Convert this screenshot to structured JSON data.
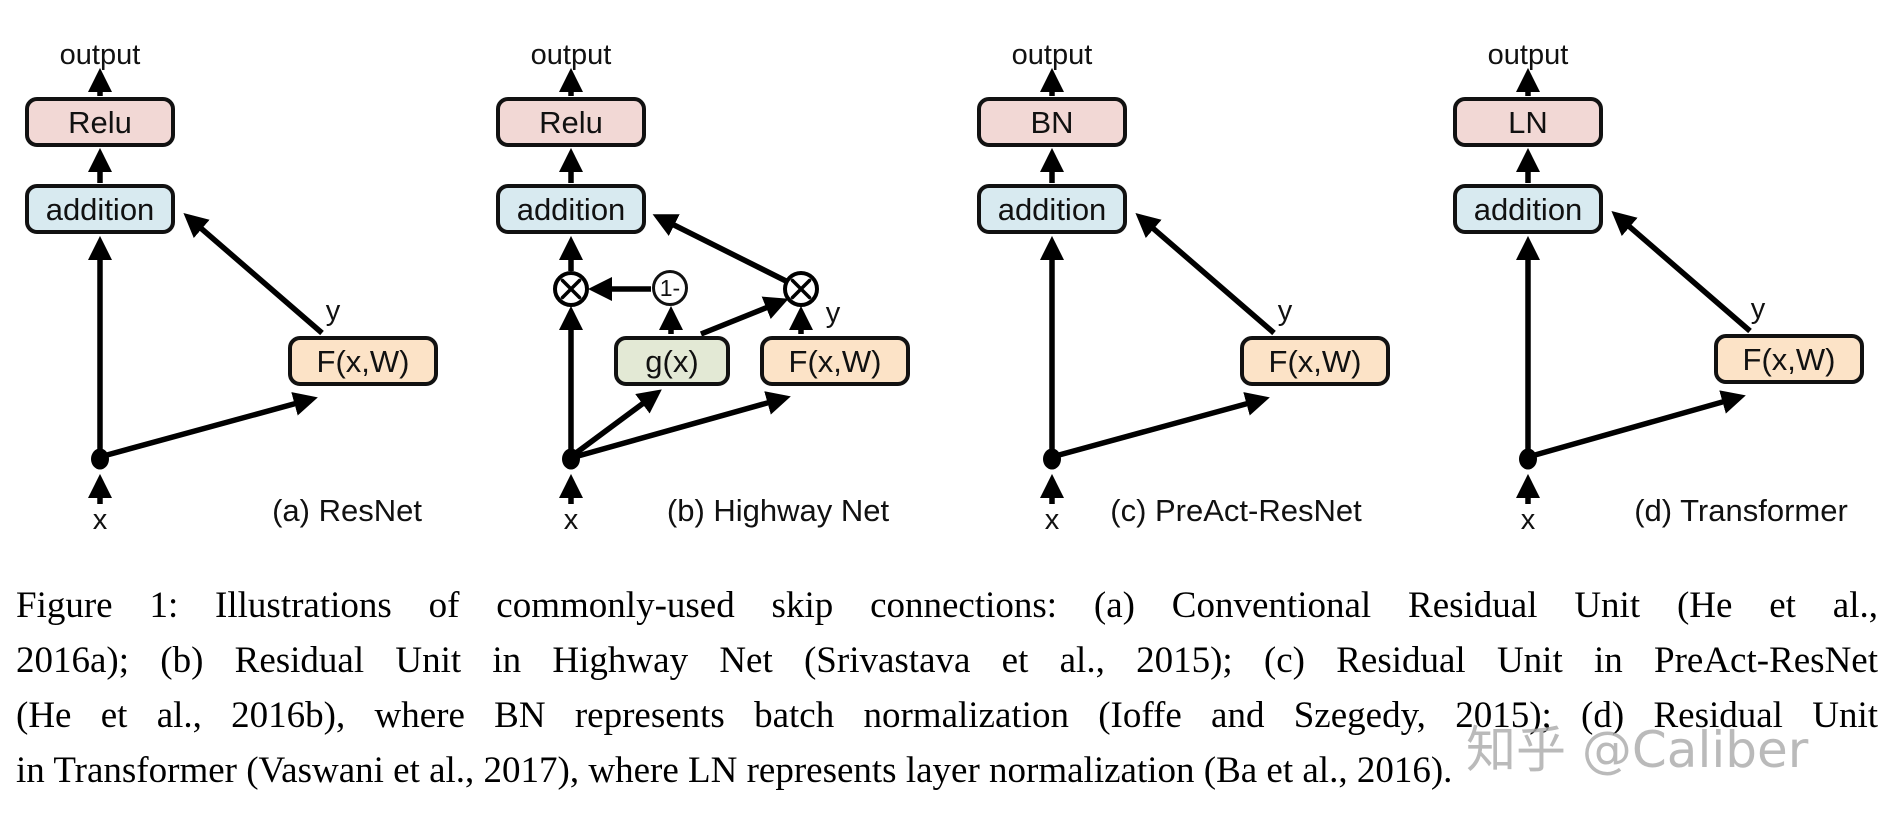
{
  "figure": {
    "panels": [
      {
        "caption": "(a) ResNet",
        "output_label": "output",
        "top_box": "Relu",
        "add_box": "addition",
        "f_box": "F(x,W)",
        "y_label": "y",
        "x_label": "x"
      },
      {
        "caption": "(b) Highway Net",
        "output_label": "output",
        "top_box": "Relu",
        "add_box": "addition",
        "f_box": "F(x,W)",
        "g_box": "g(x)",
        "gate_label": "1-",
        "y_label": "y",
        "x_label": "x"
      },
      {
        "caption": "(c) PreAct-ResNet",
        "output_label": "output",
        "top_box": "BN",
        "add_box": "addition",
        "f_box": "F(x,W)",
        "y_label": "y",
        "x_label": "x"
      },
      {
        "caption": "(d) Transformer",
        "output_label": "output",
        "top_box": "LN",
        "add_box": "addition",
        "f_box": "F(x,W)",
        "y_label": "y",
        "x_label": "x"
      }
    ],
    "caption_lines": [
      "Figure 1: Illustrations of commonly-used skip connections: (a) Conventional Residual Unit (He et al.,",
      "2016a); (b) Residual Unit in Highway Net (Srivastava et al., 2015); (c) Residual Unit in PreAct-ResNet",
      "(He et al., 2016b), where BN represents batch normalization (Ioffe and Szegedy, 2015); (d) Residual Unit",
      "in Transformer (Vaswani et al., 2017), where LN represents layer normalization (Ba et al., 2016)."
    ]
  },
  "icons": {
    "multiply": "circle-times"
  },
  "watermark": "知乎 @Caliber",
  "colors": {
    "norm_box": "#f2d8d5",
    "addition_box": "#d8eaf0",
    "function_box": "#fce3c7",
    "gate_box": "#e3e9d5",
    "line": "#000000",
    "watermark": "#aaaaaa"
  }
}
